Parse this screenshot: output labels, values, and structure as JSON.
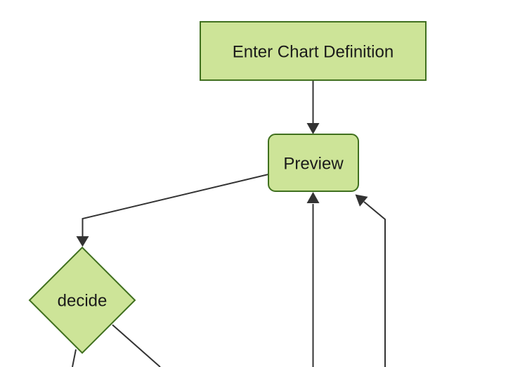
{
  "diagram": {
    "type": "flowchart",
    "orientation": "top-down",
    "nodes": [
      {
        "id": "enter-chart-definition",
        "label": "Enter Chart Definition",
        "shape": "rectangle"
      },
      {
        "id": "preview",
        "label": "Preview",
        "shape": "rounded-rectangle"
      },
      {
        "id": "decide",
        "label": "decide",
        "shape": "diamond"
      }
    ],
    "edges": [
      {
        "from": "enter-chart-definition",
        "to": "preview",
        "arrowhead": true
      },
      {
        "from": "preview",
        "to": "decide",
        "arrowhead": true
      },
      {
        "from": "offscreen-bottom-center",
        "to": "preview",
        "arrowhead": true
      },
      {
        "from": "offscreen-bottom-right",
        "to": "preview",
        "arrowhead": true
      },
      {
        "from": "decide",
        "to": "offscreen-bottom-left",
        "arrowhead": false
      },
      {
        "from": "decide",
        "to": "offscreen-bottom-right",
        "arrowhead": false
      }
    ],
    "colors": {
      "node_fill": "#cde498",
      "node_border": "#40701f",
      "edge_line": "#333333",
      "label_text": "#1a1a1a",
      "background": "#ffffff"
    }
  }
}
